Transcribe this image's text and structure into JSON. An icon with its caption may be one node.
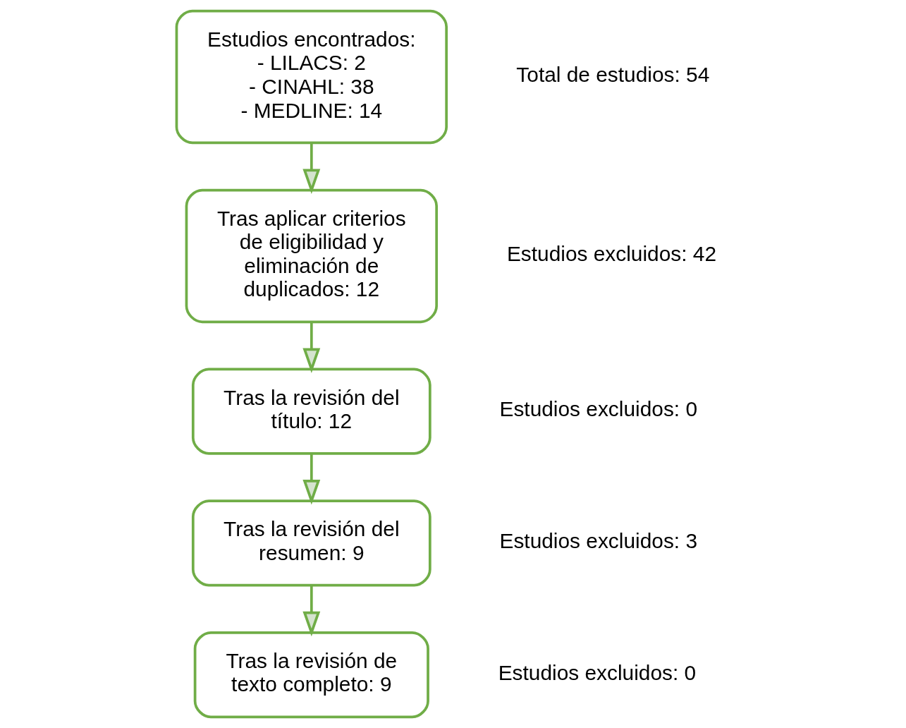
{
  "diagram": {
    "nodes": [
      {
        "text": [
          "Estudios encontrados:",
          "- LILACS: 2",
          "- CINAHL: 38",
          "- MEDLINE: 14"
        ],
        "beside": [
          "Total de estudios: 54"
        ]
      },
      {
        "text": [
          "Tras aplicar criterios de eligibilidad y eliminación de duplicados: 12"
        ],
        "beside": [
          "Estudios excluidos: 42"
        ]
      },
      {
        "text": [
          "Tras la revisión del título: 12"
        ],
        "beside": [
          "Estudios excluidos: 0"
        ]
      },
      {
        "text": [
          "Tras la revisión del resumen: 9"
        ],
        "beside": [
          "Estudios excluidos: 3"
        ]
      },
      {
        "text": [
          "Tras la revisión de texto completo: 9"
        ],
        "beside": [
          "Estudios excluidos: 0"
        ]
      }
    ],
    "edges": [
      {
        "from": 0,
        "to": 1,
        "arrow": "to"
      },
      {
        "from": 1,
        "to": 2,
        "arrow": "to"
      },
      {
        "from": 2,
        "to": 3,
        "arrow": "to"
      },
      {
        "from": 3,
        "to": 4,
        "arrow": "to"
      }
    ]
  }
}
